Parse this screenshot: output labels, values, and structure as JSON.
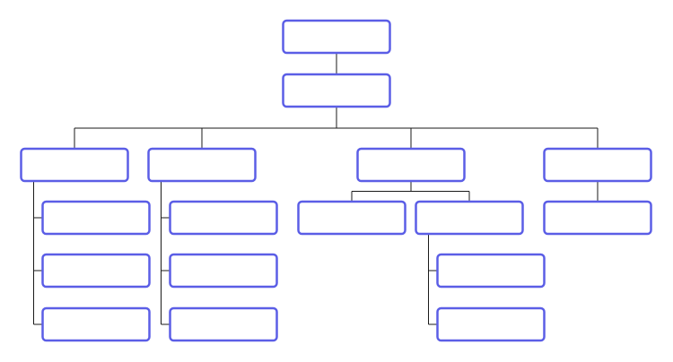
{
  "colors": {
    "node_border": "#5b5ee6",
    "node_fill": "#ffffff",
    "connector": "#1a1a1a",
    "background": "#ffffff"
  },
  "org_chart": {
    "nodes": [
      {
        "id": "root",
        "parent": null,
        "label": ""
      },
      {
        "id": "level-1",
        "parent": "root",
        "label": ""
      },
      {
        "id": "branch-a",
        "parent": "level-1",
        "label": ""
      },
      {
        "id": "branch-a-child-1",
        "parent": "branch-a",
        "label": ""
      },
      {
        "id": "branch-a-child-2",
        "parent": "branch-a",
        "label": ""
      },
      {
        "id": "branch-a-child-3",
        "parent": "branch-a",
        "label": ""
      },
      {
        "id": "branch-b",
        "parent": "level-1",
        "label": ""
      },
      {
        "id": "branch-b-child-1",
        "parent": "branch-b",
        "label": ""
      },
      {
        "id": "branch-b-child-2",
        "parent": "branch-b",
        "label": ""
      },
      {
        "id": "branch-b-child-3",
        "parent": "branch-b",
        "label": ""
      },
      {
        "id": "branch-c",
        "parent": "level-1",
        "label": ""
      },
      {
        "id": "branch-c-child-1",
        "parent": "branch-c",
        "label": ""
      },
      {
        "id": "branch-c-child-2",
        "parent": "branch-c",
        "label": ""
      },
      {
        "id": "branch-c-child-2-sub-1",
        "parent": "branch-c-child-2",
        "label": ""
      },
      {
        "id": "branch-c-child-2-sub-2",
        "parent": "branch-c-child-2",
        "label": ""
      },
      {
        "id": "branch-d",
        "parent": "level-1",
        "label": ""
      },
      {
        "id": "branch-d-child-1",
        "parent": "branch-d",
        "label": ""
      }
    ]
  }
}
